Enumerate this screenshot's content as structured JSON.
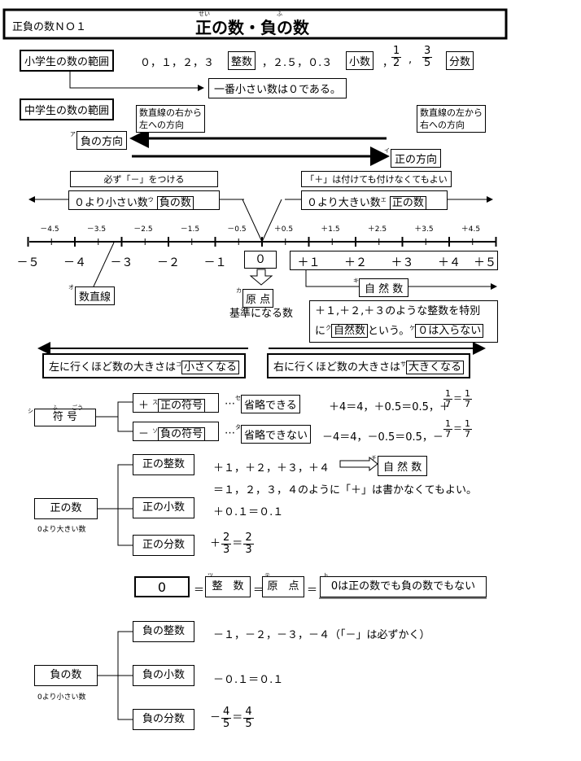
{
  "header": {
    "left": "正負の数ＮＯ１",
    "title": "正の数・負の数",
    "ruby_sei": "せい",
    "ruby_fu": "ふ"
  },
  "elementary": {
    "label": "小学生の数の範囲",
    "integers": "０，１，２，３",
    "integers_tag": "整数",
    "decimals": "，２.５，０.３",
    "decimals_tag": "小数",
    "comma": "，",
    "f1n": "1",
    "f1d": "2",
    "comma2": ",",
    "f2n": "3",
    "f2d": "5",
    "frac_tag": "分数",
    "note": "一番小さい数は０である。"
  },
  "middle": {
    "label": "中学生の数の範囲",
    "left_callout": [
      "数直線の右から",
      "左への方向"
    ],
    "right_callout": [
      "数直線の左から",
      "右への方向"
    ],
    "mark_a": "ア",
    "neg_dir": "負の方向",
    "mark_i": "イ",
    "pos_dir": "正の方向",
    "must_minus": "必ず「－」をつける",
    "plus_opt": "「＋」は付けても付けなくてもよい",
    "less_zero": "０より小さい数",
    "mark_u": "ウ",
    "neg_number": "負の数",
    "more_zero": "０より大きい数",
    "mark_e": "エ",
    "pos_number": "正の数"
  },
  "number_line": {
    "half_ticks": [
      "－4.5",
      "－3.5",
      "－2.5",
      "－1.5",
      "－0.5",
      "＋0.5",
      "＋1.5",
      "＋2.5",
      "＋3.5",
      "＋4.5"
    ],
    "neg_labels": [
      "－５",
      "－４",
      "－３",
      "－２",
      "－１"
    ],
    "zero": "０",
    "pos_labels": [
      "＋１",
      "＋２",
      "＋３",
      "＋４",
      "＋５"
    ],
    "mark_o": "オ",
    "line_name": "数直線",
    "mark_ka": "カ",
    "origin": "原 点",
    "origin_note": "基準になる数",
    "mark_ki": "キ",
    "natural": "自 然 数",
    "natural_note1": "＋１,＋２,＋３のような整数を特別",
    "natural_note2a": "に",
    "mark_ku": "ク",
    "natural_tag": "自然数",
    "natural_note2b": "という。",
    "mark_ke": "ケ",
    "natural_excl": "０は入らない",
    "left_smaller": "左に行くほど数の大きさは",
    "mark_ko": "コ",
    "smaller": "小さくなる",
    "right_larger": "右に行くほど数の大きさは",
    "mark_sa": "サ",
    "larger": "大きくなる"
  },
  "signs": {
    "mark_shi": "シ",
    "label": "符 号",
    "ruby_fu": "ふ",
    "ruby_go": "ごう",
    "plus": "＋",
    "mark_su": "ス",
    "plus_name": "正の符号",
    "mark_se": "セ",
    "plus_rule": "省略できる",
    "plus_ex": "＋4＝4，＋0.5＝0.5，＋",
    "plus_fn": "1",
    "plus_fd": "7",
    "eq": "＝",
    "plus_rn": "1",
    "plus_rd": "7",
    "minus": "－",
    "mark_so": "ソ",
    "minus_name": "負の符号",
    "mark_ta": "タ",
    "minus_rule": "省略できない",
    "minus_ex": "－4＝4，－0.5＝0.5，－",
    "minus_fn": "1",
    "minus_fd": "7",
    "minus_rn": "1",
    "minus_rd": "7"
  },
  "positive": {
    "label": "正の数",
    "sub": "0より大きい数",
    "int_label": "正の整数",
    "int_ex": "＋１，＋２，＋３，＋４",
    "mark_chi": "チ",
    "int_tag": "自 然 数",
    "int_note": "＝１，２，３，４のように「＋」は書かなくてもよい。",
    "dec_label": "正の小数",
    "dec_ex": "＋０.１＝０.１",
    "frac_label": "正の分数",
    "frac_pre": "＋",
    "fn": "2",
    "fd": "3",
    "eq": "＝",
    "rn": "2",
    "rd": "3"
  },
  "zero_row": {
    "zero": "0",
    "eq": "＝",
    "mark_tsu": "ツ",
    "integer": "整　数",
    "mark_te": "テ",
    "origin": "原　点",
    "mark_to": "ト",
    "statement": "0は正の数でも負の数でもない"
  },
  "negative": {
    "label": "負の数",
    "sub": "0より小さい数",
    "int_label": "負の整数",
    "int_ex": "－１，－２，－３，－４（「－」は必ずかく）",
    "dec_label": "負の小数",
    "dec_ex": "－０.１＝０.１",
    "frac_label": "負の分数",
    "frac_pre": "－",
    "fn": "4",
    "fd": "5",
    "eq": "＝",
    "rn": "4",
    "rd": "5"
  }
}
